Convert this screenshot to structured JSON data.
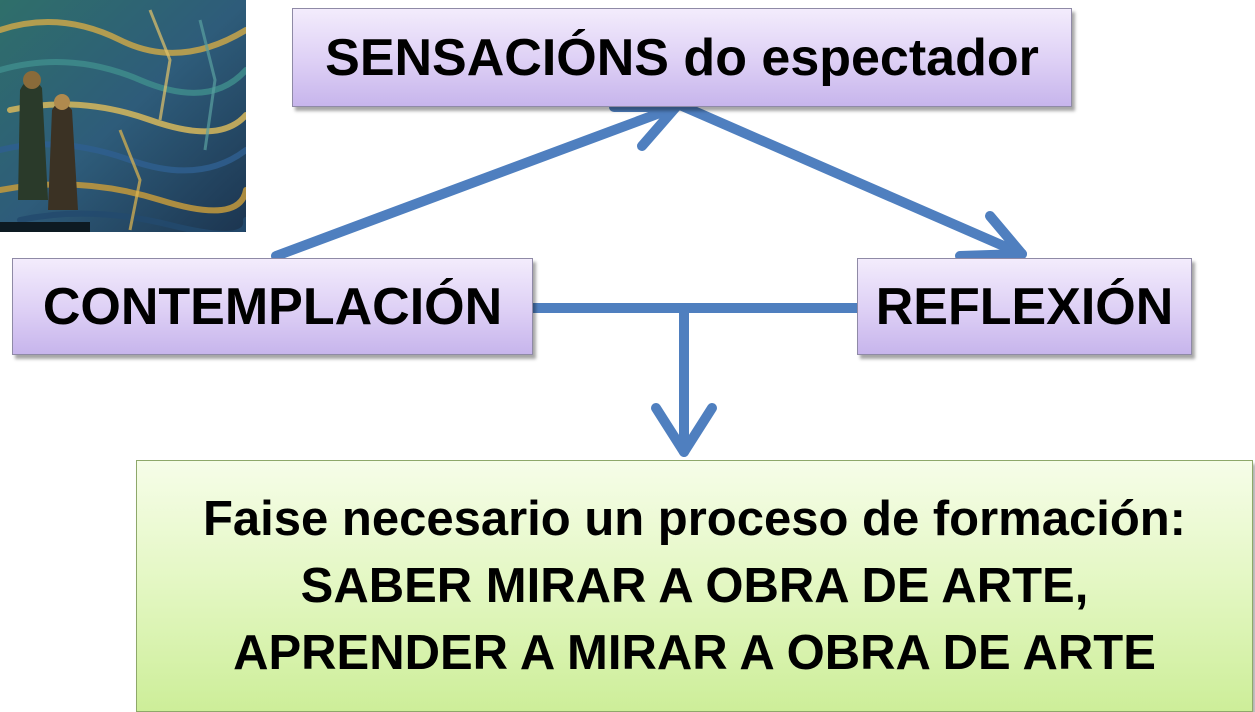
{
  "diagram": {
    "top_box": "SENSACIÓNS do espectador",
    "left_box": "CONTEMPLACIÓN",
    "right_box": "REFLEXIÓN",
    "bottom_box": {
      "line1": "Faise necesario un proceso de formación:",
      "line2": "SABER MIRAR A OBRA DE ARTE,",
      "line3": "APRENDER A MIRAR A OBRA DE ARTE"
    },
    "arrow_color": "#4f7fbf",
    "painting_icon": "painting-thumbnail"
  }
}
